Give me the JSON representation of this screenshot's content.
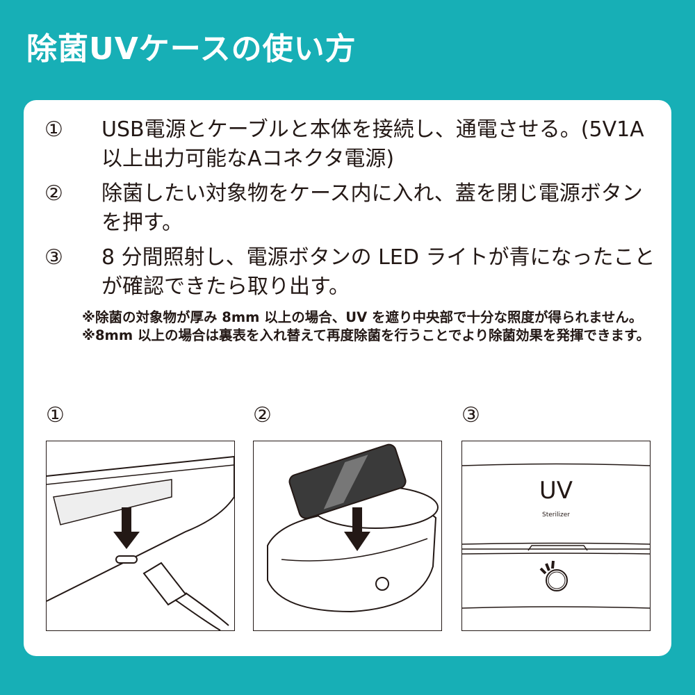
{
  "title": "除菌UVケースの使い方",
  "steps": [
    {
      "num": "①",
      "text": "USB電源とケーブルと本体を接続し、通電させる。(5V1A以上出力可能なAコネクタ電源)"
    },
    {
      "num": "②",
      "text": "除菌したい対象物をケース内に入れ、蓋を閉じ電源ボタンを押す。"
    },
    {
      "num": "③",
      "text": "8 分間照射し、電源ボタンの LED ライトが青になったことが確認できたら取り出す。"
    }
  ],
  "notes": [
    "※除菌の対象物が厚み 8mm 以上の場合、UV を遮り中央部で十分な照度が得られません。",
    "※8mm 以上の場合は裏表を入れ替えて再度除菌を行うことでより除菌効果を発揮できます。"
  ],
  "panels": [
    {
      "label": "①"
    },
    {
      "label": "②"
    },
    {
      "label": "③",
      "logo": "UV",
      "logo_sub": "Sterilizer"
    }
  ],
  "colors": {
    "background": "#17afb6",
    "text": "#231815"
  }
}
